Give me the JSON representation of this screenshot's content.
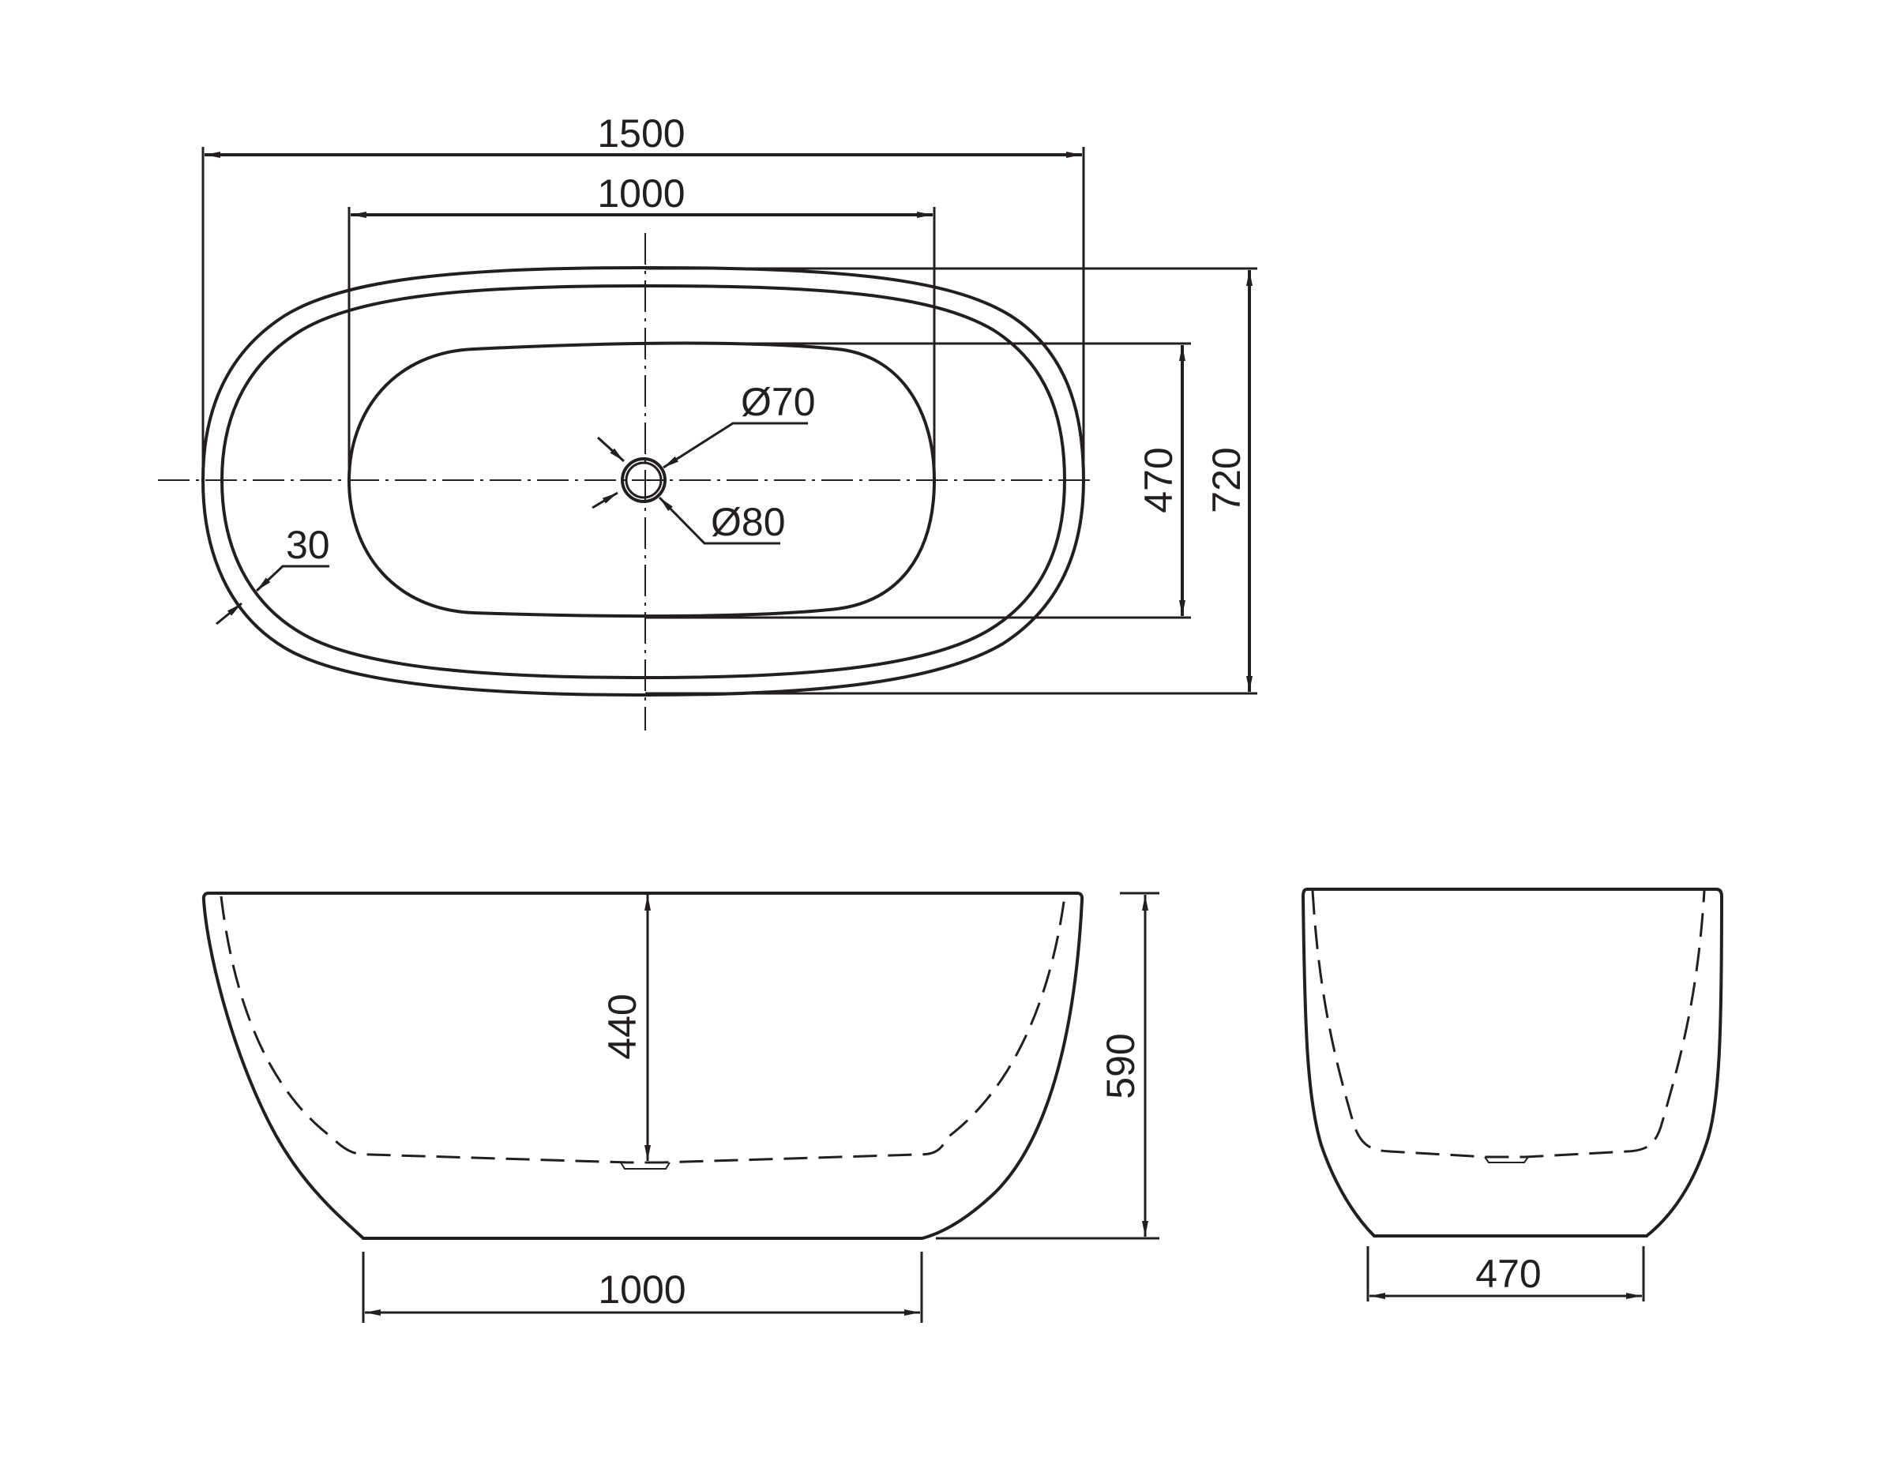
{
  "drawing": {
    "subject": "Freestanding bathtub technical drawing",
    "line_color": "#231f20",
    "background": "#ffffff"
  },
  "top_view": {
    "overall_length": "1500",
    "inner_length": "1000",
    "overall_width": "720",
    "inner_width": "470",
    "rim_thickness": "30",
    "drain_inner_diameter": "Ø70",
    "drain_outer_diameter": "Ø80"
  },
  "side_view": {
    "overall_height": "590",
    "inner_depth": "440",
    "base_length": "1000"
  },
  "end_view": {
    "base_width": "470"
  }
}
